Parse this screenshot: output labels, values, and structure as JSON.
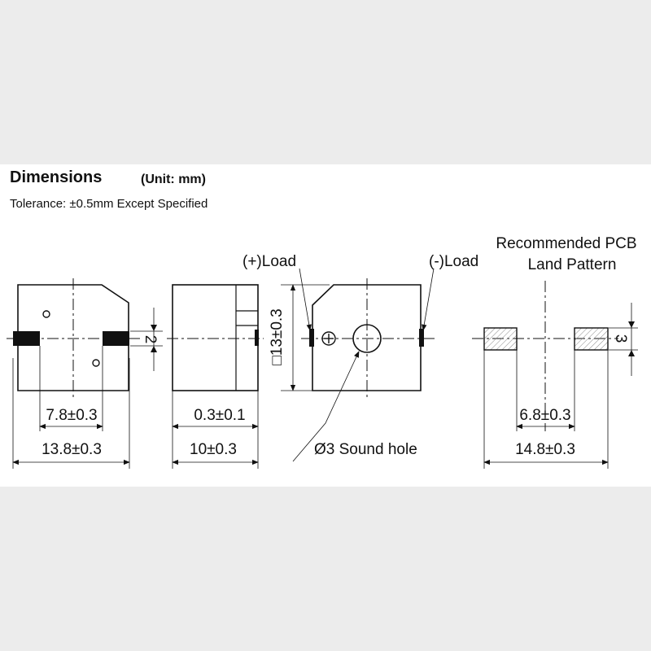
{
  "header": {
    "title": "Dimensions",
    "unit": "(Unit: mm)",
    "tolerance": "Tolerance: ±0.5mm Except Specified"
  },
  "labels": {
    "load_plus": "(+)Load",
    "load_minus": "(-)Load",
    "pcb_title_line1": "Recommended PCB",
    "pcb_title_line2": "Land Pattern",
    "terminal_height": "2",
    "pitch": "7.8±0.3",
    "length": "13.8±0.3",
    "terminal_thickness": "0.3±0.1",
    "height": "10±0.3",
    "square_size": "□13±0.3",
    "sound_hole": "Ø3 Sound hole",
    "pad_height": "3",
    "pad_gap": "6.8±0.3",
    "pad_span": "14.8±0.3"
  },
  "colors": {
    "line": "#111111",
    "terminal": "#111111",
    "pad_hatch": "#888888"
  }
}
